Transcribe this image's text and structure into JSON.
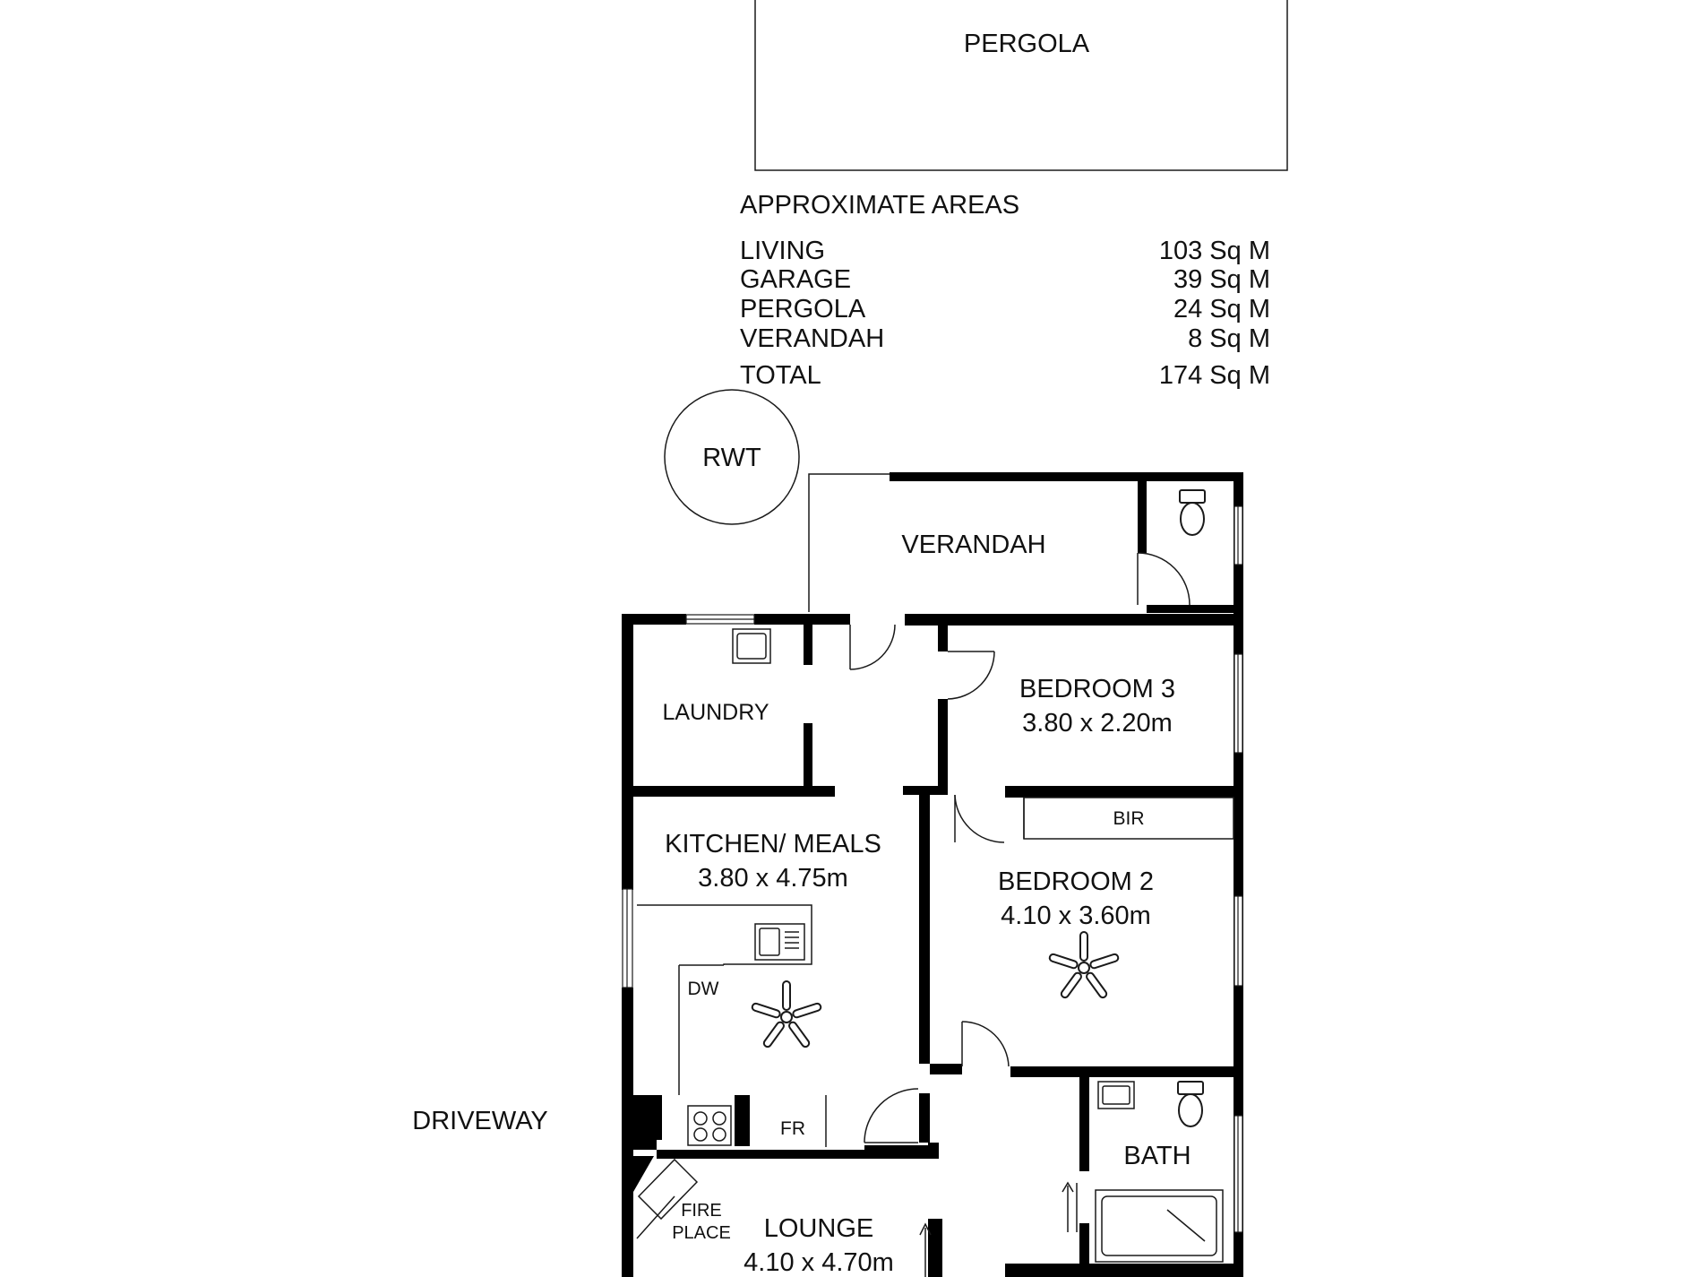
{
  "colors": {
    "wall": "#000000",
    "line": "#1a1a1a",
    "background": "#ffffff",
    "window": "#9a9a9a"
  },
  "pergola": {
    "label": "PERGOLA"
  },
  "areas": {
    "heading": "APPROXIMATE AREAS",
    "rows": [
      {
        "name": "LIVING",
        "value": "103 Sq M"
      },
      {
        "name": "GARAGE",
        "value": "39 Sq M"
      },
      {
        "name": "PERGOLA",
        "value": "24 Sq M"
      },
      {
        "name": "VERANDAH",
        "value": "8 Sq M"
      }
    ],
    "total": {
      "name": "TOTAL",
      "value": "174 Sq M"
    }
  },
  "rwt": {
    "label": "RWT"
  },
  "driveway": {
    "label": "DRIVEWAY"
  },
  "rooms": {
    "verandah": {
      "name": "VERANDAH"
    },
    "laundry": {
      "name": "LAUNDRY"
    },
    "bedroom3": {
      "name": "BEDROOM 3",
      "size": "3.80 x 2.20m"
    },
    "kitchen": {
      "name": "KITCHEN/ MEALS",
      "size": "3.80 x 4.75m"
    },
    "bir": {
      "name": "BIR"
    },
    "bedroom2": {
      "name": "BEDROOM 2",
      "size": "4.10 x 3.60m"
    },
    "bath": {
      "name": "BATH"
    },
    "lounge": {
      "name": "LOUNGE",
      "size": "4.10 x 4.70m"
    }
  },
  "fixtures": {
    "dw": "DW",
    "fr": "FR",
    "fireplace_line1": "FIRE",
    "fireplace_line2": "PLACE"
  },
  "icons": [
    "toilet-icon",
    "sink-icon",
    "ceiling-fan-icon",
    "cooktop-icon",
    "bathtub-icon",
    "door-swing-icon",
    "window-icon",
    "fireplace-icon"
  ]
}
